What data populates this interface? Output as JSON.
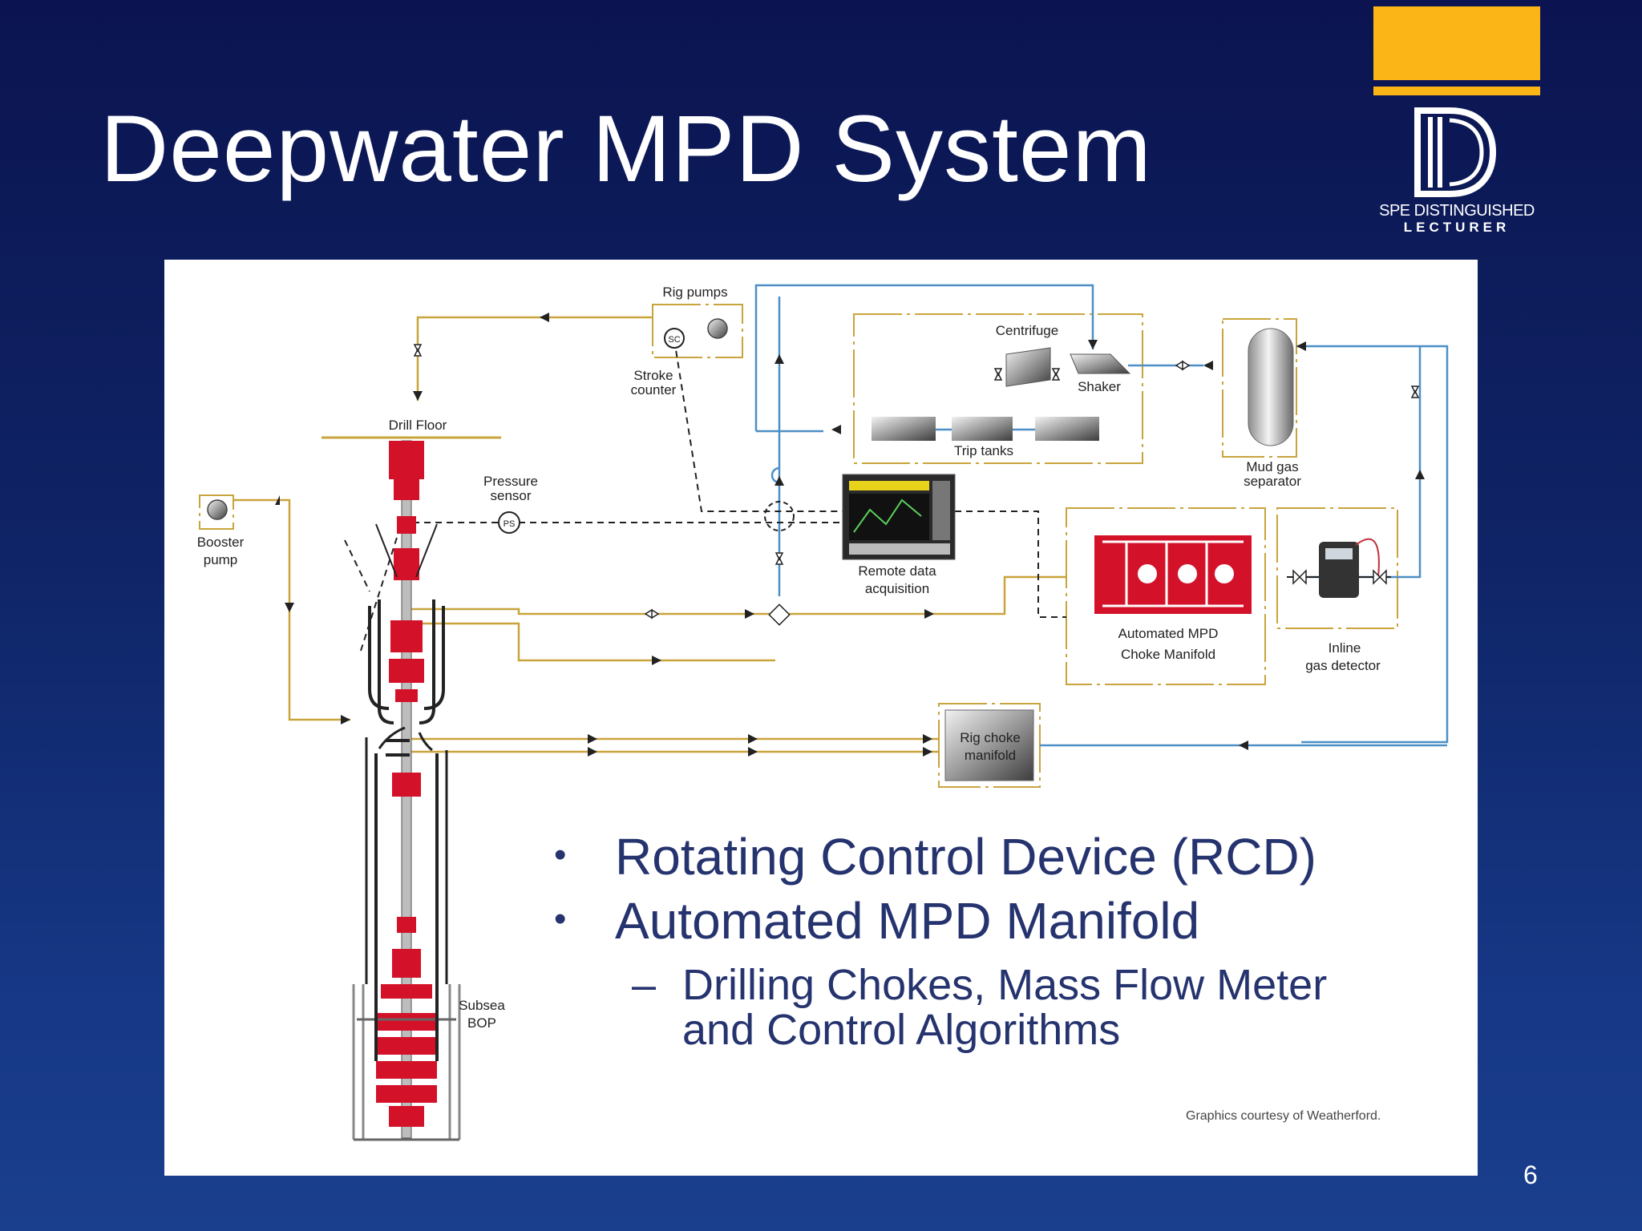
{
  "slide": {
    "title": "Deepwater MPD System",
    "page_number": "6"
  },
  "logo": {
    "line1": "SPE DISTINGUISHED",
    "line2": "LECTURER"
  },
  "diagram": {
    "labels": {
      "rig_pumps": "Rig pumps",
      "stroke_counter_l1": "Stroke",
      "stroke_counter_l2": "counter",
      "centrifuge": "Centrifuge",
      "shaker": "Shaker",
      "trip_tanks": "Trip tanks",
      "mud_gas_l1": "Mud gas",
      "mud_gas_l2": "separator",
      "drill_floor": "Drill Floor",
      "pressure_sensor_l1": "Pressure",
      "pressure_sensor_l2": "sensor",
      "booster_pump_l1": "Booster",
      "booster_pump_l2": "pump",
      "remote_data_l1": "Remote data",
      "remote_data_l2": "acquisition",
      "choke_manifold_l1": "Automated MPD",
      "choke_manifold_l2": "Choke Manifold",
      "gas_detector_l1": "Inline",
      "gas_detector_l2": "gas detector",
      "rig_choke_l1": "Rig choke",
      "rig_choke_l2": "manifold",
      "subsea_bop_l1": "Subsea",
      "subsea_bop_l2": "BOP",
      "sc_symbol": "SC",
      "ps_symbol": "PS"
    },
    "bullets": [
      "Rotating Control Device (RCD)",
      "Automated MPD Manifold"
    ],
    "sub_bullet_line1": "Drilling Chokes, Mass Flow Meter",
    "sub_bullet_line2": "and Control Algorithms",
    "bullet_marker": "•",
    "sub_marker": "–",
    "credit": "Graphics courtesy of Weatherford."
  },
  "colors": {
    "background": "#0f2466",
    "accent_gold": "#fbb516",
    "pipe_gold": "#c9a43c",
    "pipe_blue": "#4d8fc6",
    "equipment_red": "#d3122a",
    "text_blue": "#25336e"
  }
}
